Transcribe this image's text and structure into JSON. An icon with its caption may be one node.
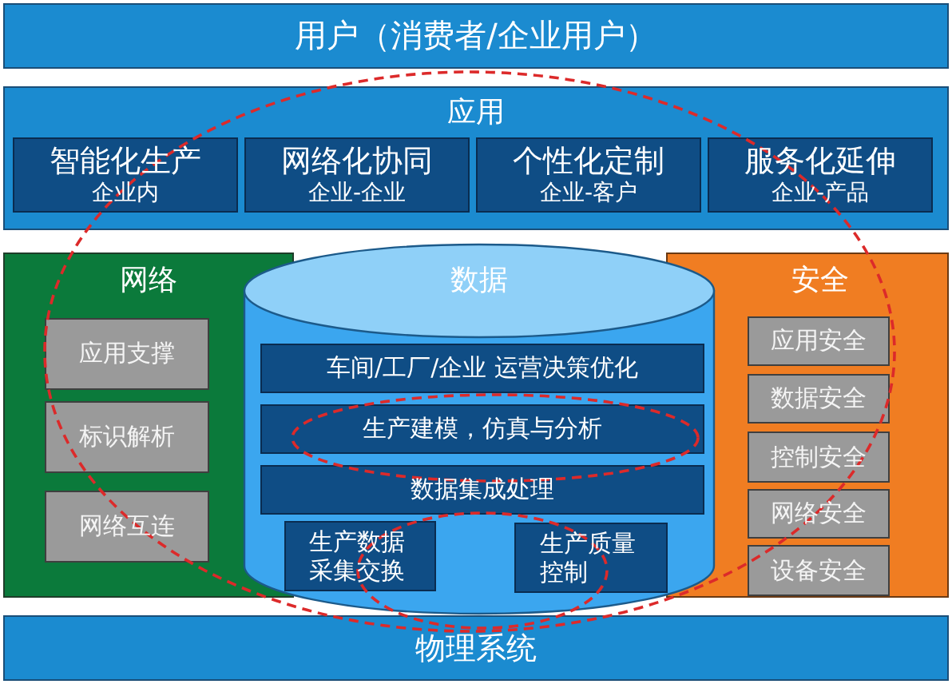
{
  "diagram": {
    "nodes": [
      {
        "text": [
          "用户（消费者/企业用户）"
        ]
      },
      {
        "text": [
          "应用"
        ]
      },
      {
        "text": [
          "智能化生产",
          "企业内"
        ],
        "in": 1
      },
      {
        "text": [
          "网络化协同",
          "企业-企业"
        ],
        "in": 1
      },
      {
        "text": [
          "个性化定制",
          "企业-客户"
        ],
        "in": 1
      },
      {
        "text": [
          "服务化延伸",
          "企业-产品"
        ],
        "in": 1
      },
      {
        "text": [
          "网络"
        ]
      },
      {
        "text": [
          "应用支撑"
        ],
        "in": 6
      },
      {
        "text": [
          "标识解析"
        ],
        "in": 6
      },
      {
        "text": [
          "网络互连"
        ],
        "in": 6
      },
      {
        "text": [
          "数据"
        ]
      },
      {
        "text": [
          "车间/工厂/企业 运营决策优化"
        ],
        "in": 10
      },
      {
        "text": [
          "生产建模，仿真与分析"
        ],
        "in": 10
      },
      {
        "text": [
          "数据集成处理"
        ],
        "in": 10
      },
      {
        "text": [
          "生产数据采集交换"
        ],
        "in": 10
      },
      {
        "text": [
          "生产质量控制"
        ],
        "in": 10
      },
      {
        "text": [
          "安全"
        ]
      },
      {
        "text": [
          "应用安全"
        ],
        "in": 16
      },
      {
        "text": [
          "数据安全"
        ],
        "in": 16
      },
      {
        "text": [
          "控制安全"
        ],
        "in": 16
      },
      {
        "text": [
          "网络安全"
        ],
        "in": 16
      },
      {
        "text": [
          "设备安全"
        ],
        "in": 16
      },
      {
        "text": [
          "物理系统"
        ]
      }
    ]
  }
}
